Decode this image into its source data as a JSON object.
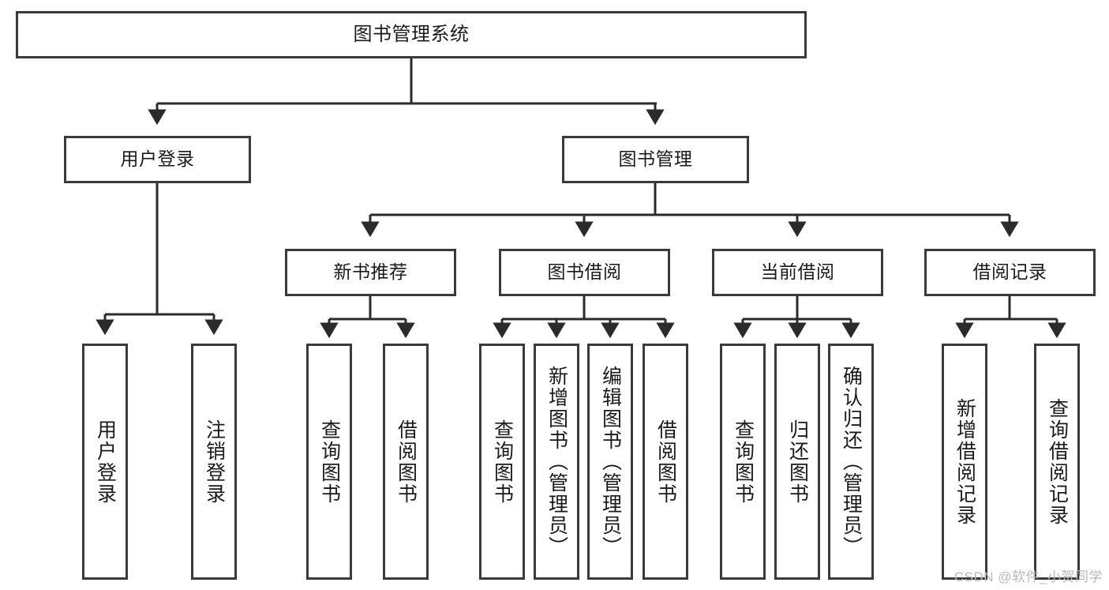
{
  "diagram": {
    "type": "tree",
    "title": "图书管理系统",
    "style": {
      "border_color": "#3a3a3a",
      "fill_color": "#ffffff",
      "edge_color": "#2b2b2b",
      "text_color": "#1a1a1a",
      "background": "#ffffff"
    },
    "nodes": {
      "root": {
        "label": "图书管理系统",
        "level": 1
      },
      "l2": [
        {
          "label": "用户登录",
          "level": 2
        },
        {
          "label": "图书管理",
          "level": 2
        }
      ],
      "l3": [
        {
          "label": "新书推荐",
          "level": 3
        },
        {
          "label": "图书借阅",
          "level": 3
        },
        {
          "label": "当前借阅",
          "level": 3
        },
        {
          "label": "借阅记录",
          "level": 3
        }
      ],
      "leaves": [
        {
          "label": "用户登录",
          "parent": "用户登录",
          "orientation": "vertical"
        },
        {
          "label": "注销登录",
          "parent": "用户登录",
          "orientation": "vertical"
        },
        {
          "label": "查询图书",
          "parent": "新书推荐",
          "orientation": "vertical"
        },
        {
          "label": "借阅图书",
          "parent": "新书推荐",
          "orientation": "vertical"
        },
        {
          "label": "查询图书",
          "parent": "图书借阅",
          "orientation": "vertical"
        },
        {
          "label": "新增图书（管理员）",
          "parent": "图书借阅",
          "orientation": "vertical"
        },
        {
          "label": "编辑图书（管理员）",
          "parent": "图书借阅",
          "orientation": "vertical"
        },
        {
          "label": "借阅图书",
          "parent": "图书借阅",
          "orientation": "vertical"
        },
        {
          "label": "查询图书",
          "parent": "当前借阅",
          "orientation": "vertical"
        },
        {
          "label": "归还图书",
          "parent": "当前借阅",
          "orientation": "vertical"
        },
        {
          "label": "确认归还（管理员）",
          "parent": "当前借阅",
          "orientation": "vertical"
        },
        {
          "label": "新增借阅记录",
          "parent": "借阅记录",
          "orientation": "vertical"
        },
        {
          "label": "查询借阅记录",
          "parent": "借阅记录",
          "orientation": "vertical"
        }
      ]
    }
  },
  "watermark": {
    "text": "CSDN @软件_小贺同学"
  }
}
